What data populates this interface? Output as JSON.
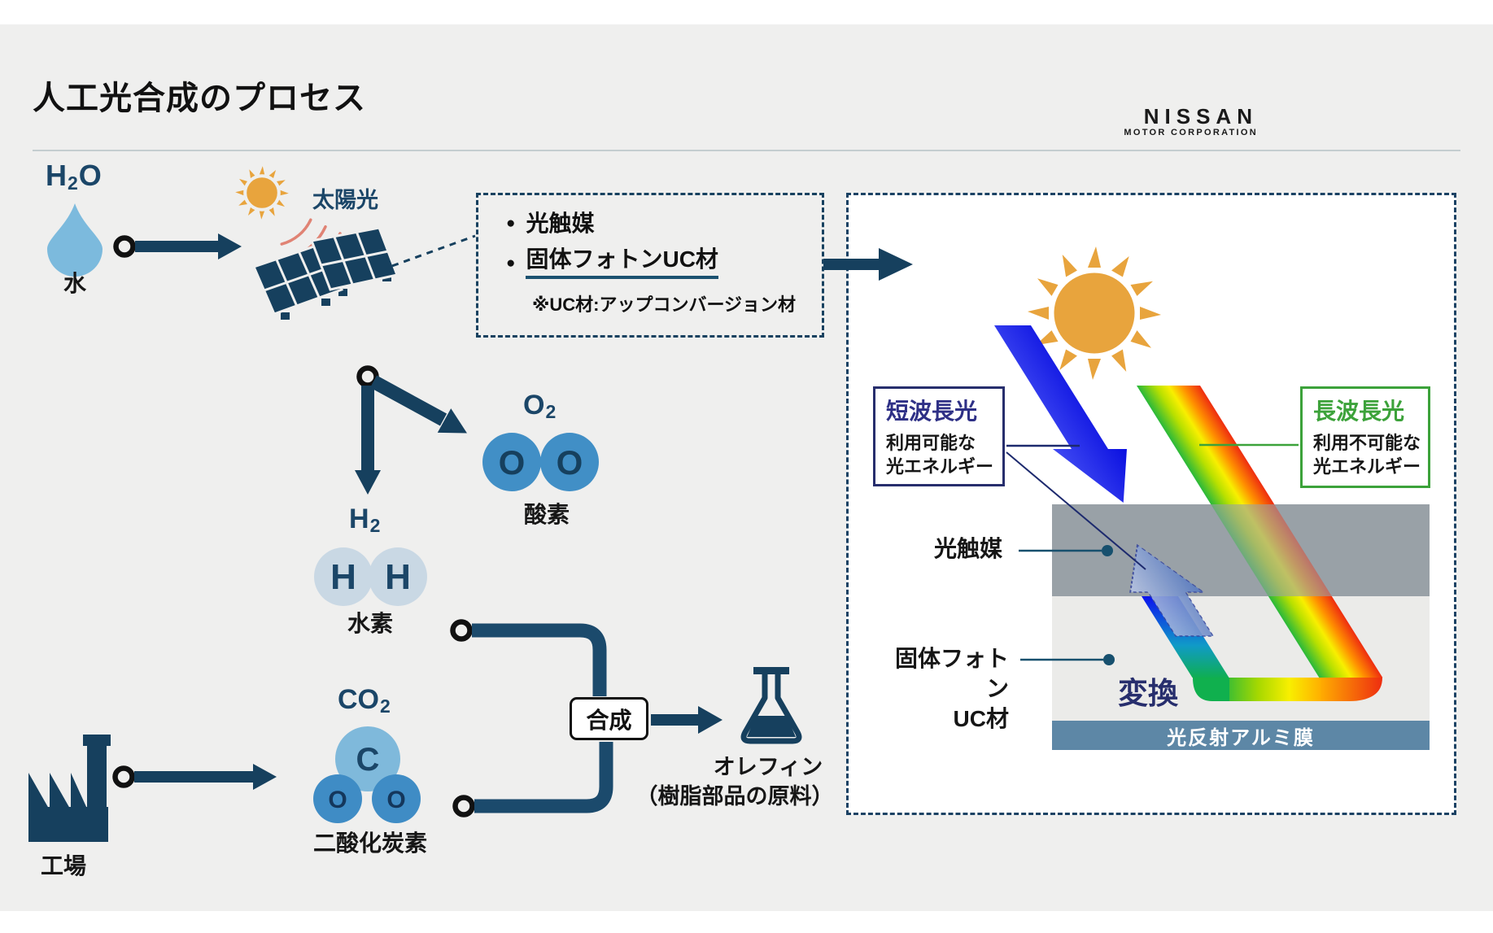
{
  "header": {
    "title": "人工光合成のプロセス",
    "brand": {
      "line1": "NISSAN",
      "line2": "MOTOR CORPORATION"
    }
  },
  "flow": {
    "water": {
      "formula_main": "H",
      "formula_sub": "2",
      "formula_tail": "O",
      "label": "水"
    },
    "sun_label": "太陽光",
    "materials": {
      "bullet": "●",
      "item1": "光触媒",
      "item2": "固体フォトンUC材",
      "note": "※UC材:アップコンバージョン材"
    },
    "oxygen": {
      "formula_main": "O",
      "formula_sub": "2",
      "atom1": "O",
      "atom2": "O",
      "label": "酸素"
    },
    "hydrogen": {
      "formula_main": "H",
      "formula_sub": "2",
      "atom1": "H",
      "atom2": "H",
      "label": "水素"
    },
    "co2": {
      "formula_main": "CO",
      "formula_sub": "2",
      "atom_c": "C",
      "atom_o1": "O",
      "atom_o2": "O",
      "label": "二酸化炭素"
    },
    "factory_label": "工場",
    "synthesis_label": "合成",
    "olefin": {
      "name": "オレフィン",
      "subtitle": "（樹脂部品の原料）"
    }
  },
  "panel": {
    "short_wavelength": {
      "title": "短波長光",
      "line1": "利用可能な",
      "line2": "光エネルギー"
    },
    "long_wavelength": {
      "title": "長波長光",
      "line1": "利用不可能な",
      "line2": "光エネルギー"
    },
    "photocatalyst": "光触媒",
    "uc_material": {
      "line1": "固体フォトン",
      "line2": "UC材"
    },
    "conversion": "変換",
    "reflective_film": "光反射アルミ膜"
  },
  "colors": {
    "navy": "#16405e",
    "pipe_navy": "#1b4a6c",
    "accent_blue": "#1318ee",
    "indigo_text": "#2e3086",
    "green_text": "#3ca23a",
    "sun_orange": "#e8a43d",
    "gray_band": "#9aa1a7",
    "uc_layer": "#ebebe9",
    "film_band": "#5d87a6",
    "drop_blue": "#7cbadd",
    "o2_blue": "#418fc6",
    "h2_blue": "#c9d8e4"
  }
}
